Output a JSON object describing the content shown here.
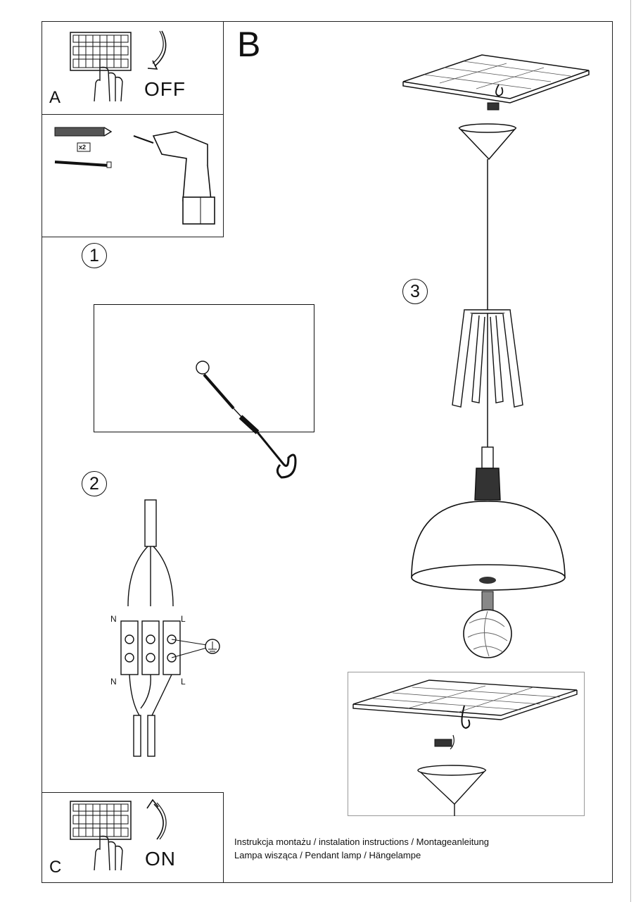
{
  "panels": {
    "a": {
      "letter": "A",
      "switch_label": "OFF"
    },
    "b": {
      "letter": "B"
    },
    "c": {
      "letter": "C",
      "switch_label": "ON"
    }
  },
  "tools": {
    "quantity_label": "x2"
  },
  "steps": [
    {
      "number": "1"
    },
    {
      "number": "2"
    },
    {
      "number": "3"
    }
  ],
  "wiring": {
    "top_left": "N",
    "top_right": "L",
    "bottom_left": "N",
    "bottom_right": "L",
    "earth_symbol": "ground-icon"
  },
  "footer": {
    "line1": "Instrukcja montażu / instalation instructions / Montageanleitung",
    "line2": "Lampa wisząca / Pendant lamp / Hängelampe"
  }
}
